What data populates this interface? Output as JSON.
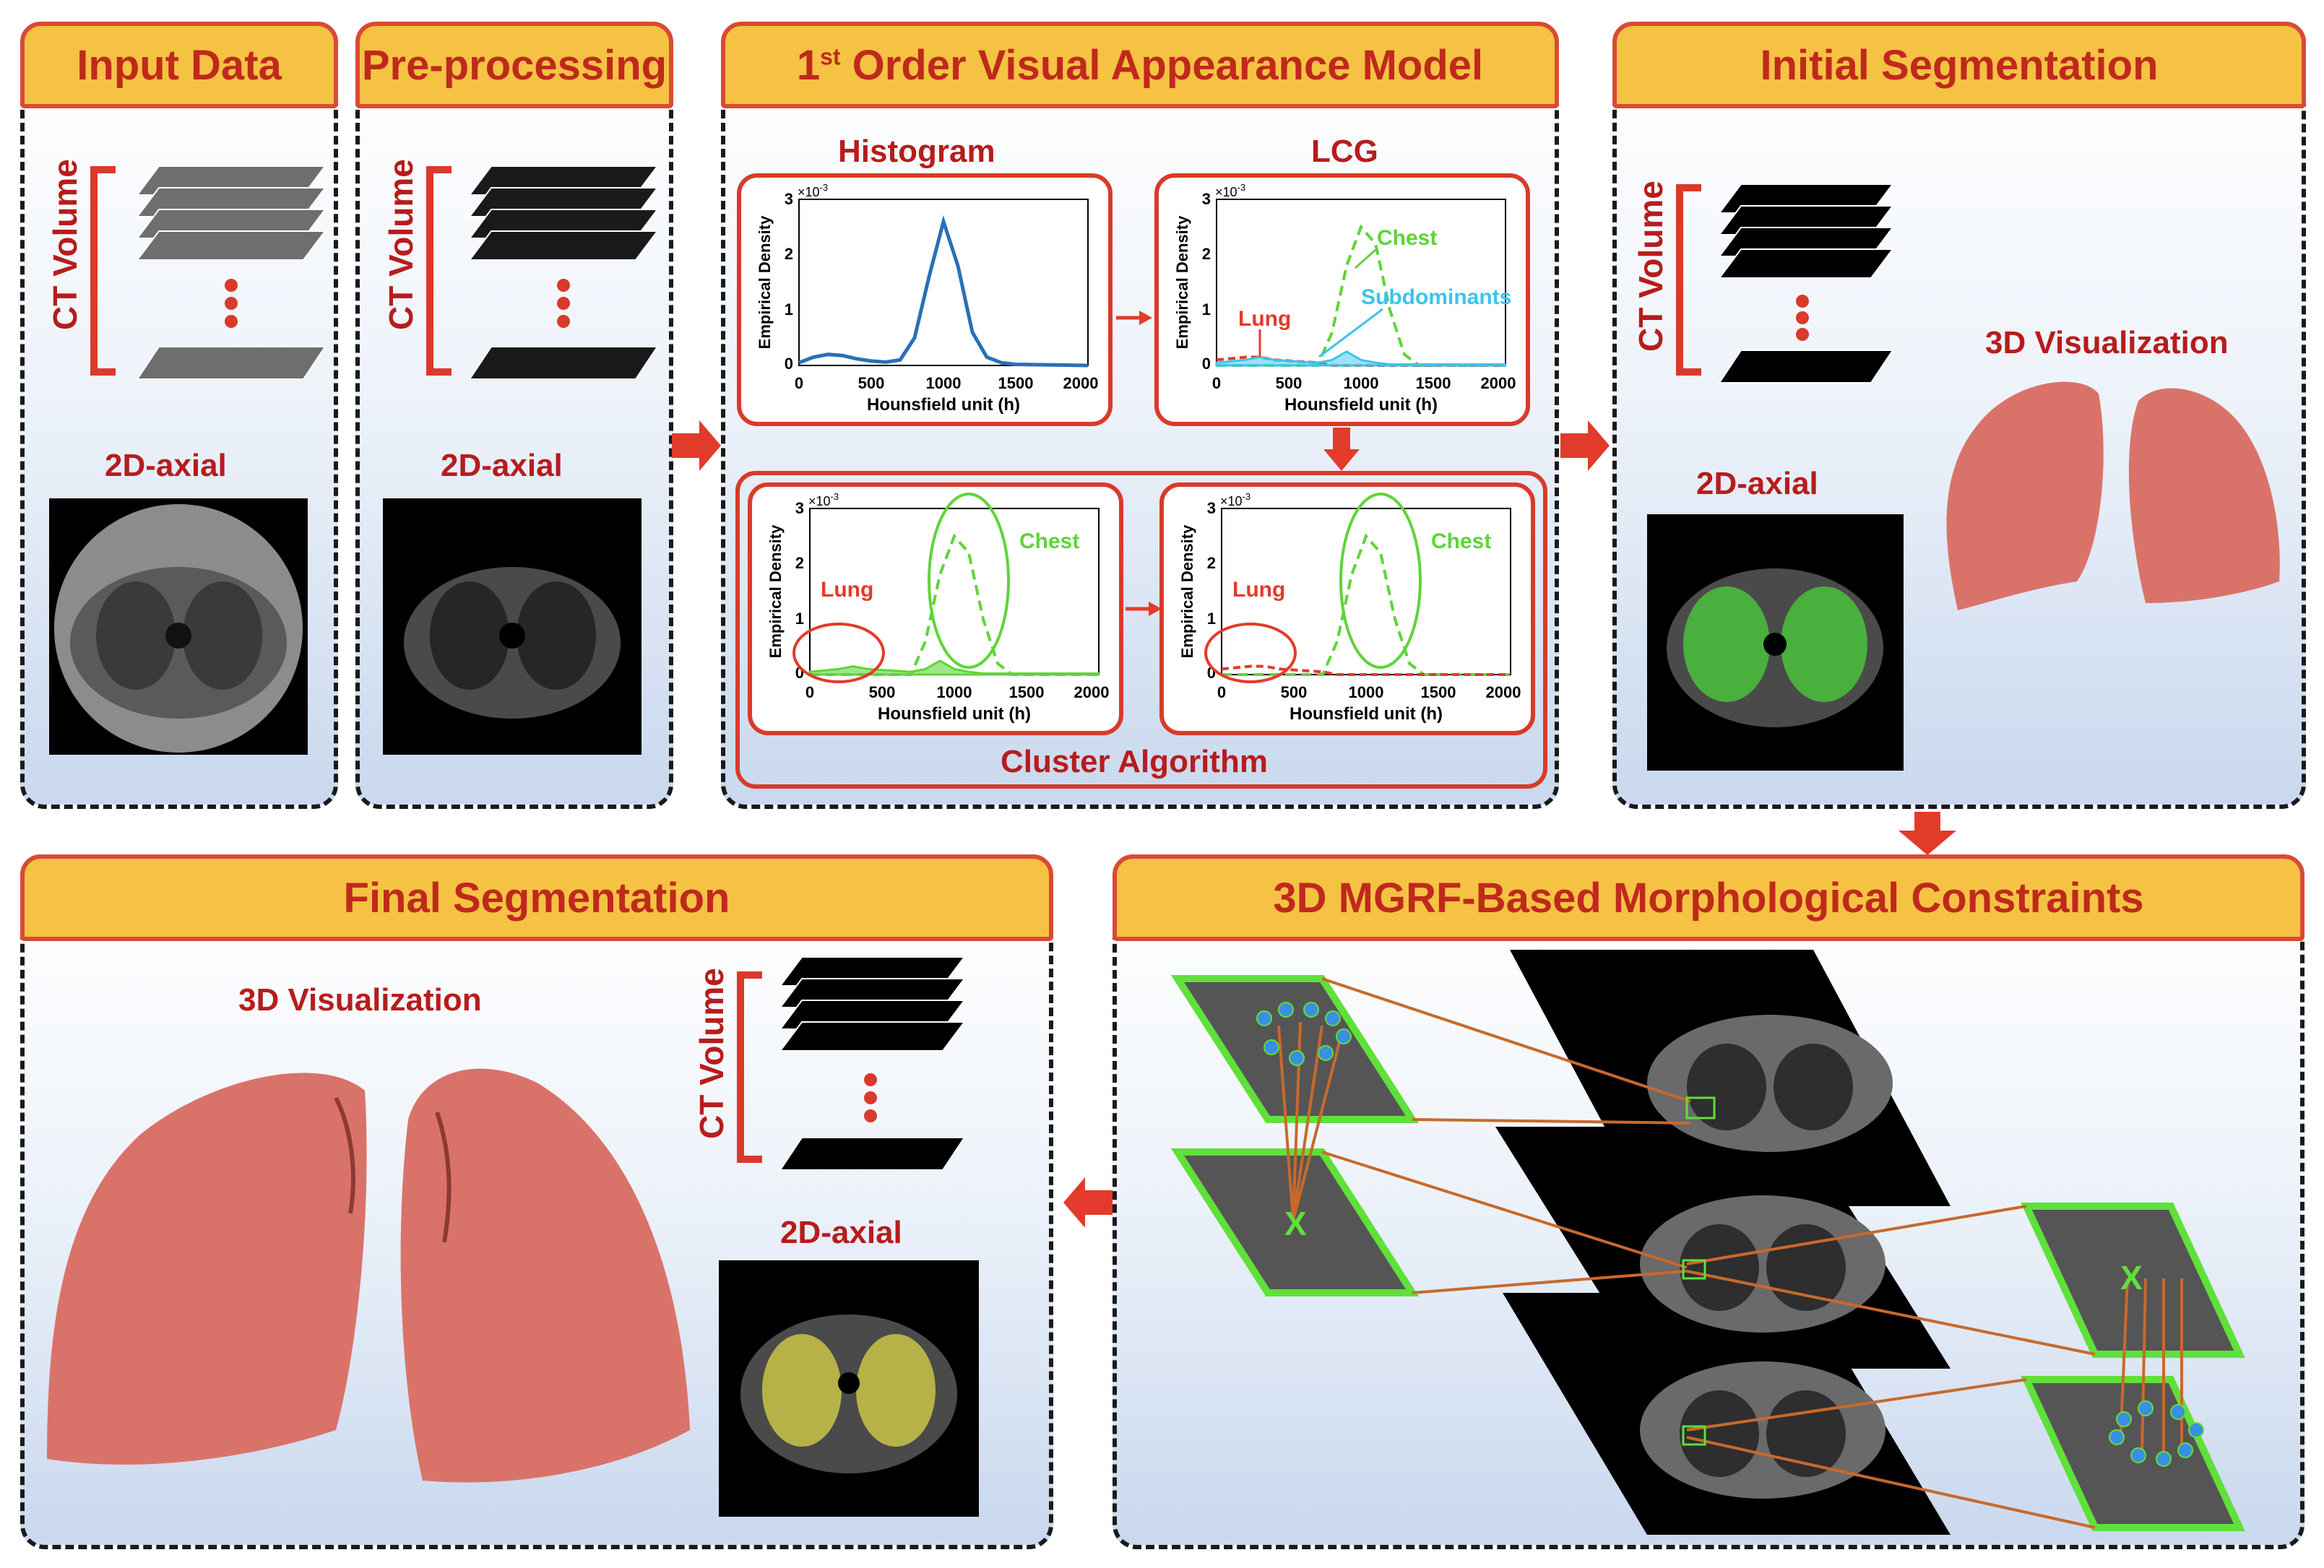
{
  "panels": {
    "input": {
      "title": "Input Data",
      "volume_label": "CT Volume",
      "axial_label": "2D-axial"
    },
    "preprocessing": {
      "title": "Pre-processing",
      "volume_label": "CT Volume",
      "axial_label": "2D-axial"
    },
    "appearance": {
      "title_pre": "1",
      "title_sup": "st",
      "title_post": " Order Visual Appearance Model",
      "histogram_label": "Histogram",
      "lcg_label": "LCG",
      "cluster_label": "Cluster Algorithm"
    },
    "initial": {
      "title": "Initial Segmentation",
      "volume_label": "CT Volume",
      "axial_label": "2D-axial",
      "vis_label": "3D Visualization"
    },
    "final": {
      "title": "Final Segmentation",
      "volume_label": "CT Volume",
      "axial_label": "2D-axial",
      "vis_label": "3D Visualization"
    },
    "mgrf": {
      "title": "3D MGRF-Based Morphological Constraints",
      "center_mark": "X"
    }
  },
  "plots": {
    "xlabel": "Hounsfield unit (h)",
    "ylabel": "Empirical Density",
    "exponent": "×10",
    "exponent_power": "-3",
    "xticks": [
      "0",
      "500",
      "1000",
      "1500",
      "2000"
    ],
    "yticks": [
      "0",
      "1",
      "2",
      "3"
    ],
    "lung": "Lung",
    "chest": "Chest",
    "subdominants": "Subdominants"
  },
  "colors": {
    "accent": "#c0291c",
    "header_fill": "#f5c244",
    "chest_green": "#5fd43a",
    "sub_blue": "#3cc3ee",
    "hist_blue": "#2a6fb8",
    "lung_surface": "#d9736a"
  },
  "chart_data": [
    {
      "type": "line",
      "name": "histogram",
      "x": [
        0,
        100,
        200,
        300,
        400,
        500,
        600,
        700,
        800,
        900,
        1000,
        1100,
        1200,
        1300,
        1400,
        1500,
        2000
      ],
      "series": [
        {
          "values": [
            0.05,
            0.15,
            0.2,
            0.18,
            0.12,
            0.08,
            0.06,
            0.1,
            0.5,
            1.6,
            2.6,
            1.8,
            0.6,
            0.15,
            0.05,
            0.02,
            0.0
          ]
        }
      ],
      "xlim": [
        0,
        2000
      ],
      "ylim": [
        0,
        3
      ]
    },
    {
      "type": "line",
      "name": "lcg",
      "x": [
        0,
        200,
        300,
        400,
        700,
        800,
        900,
        1000,
        1100,
        1200,
        1300,
        1400,
        2000
      ],
      "series": [
        {
          "name": "Chest",
          "values": [
            0,
            0,
            0,
            0,
            0,
            0.6,
            1.8,
            2.5,
            2.2,
            1.0,
            0.2,
            0,
            0
          ]
        },
        {
          "name": "Lung",
          "values": [
            0.1,
            0.15,
            0.15,
            0.1,
            0.05,
            0,
            0,
            0,
            0,
            0,
            0,
            0,
            0
          ]
        },
        {
          "name": "Subdominants",
          "values": [
            0.05,
            0.1,
            0.15,
            0.1,
            0.05,
            0.1,
            0.25,
            0.1,
            0.05,
            0.02,
            0.02,
            0.02,
            0.02
          ]
        }
      ],
      "xlim": [
        0,
        2000
      ],
      "ylim": [
        0,
        3
      ]
    }
  ]
}
